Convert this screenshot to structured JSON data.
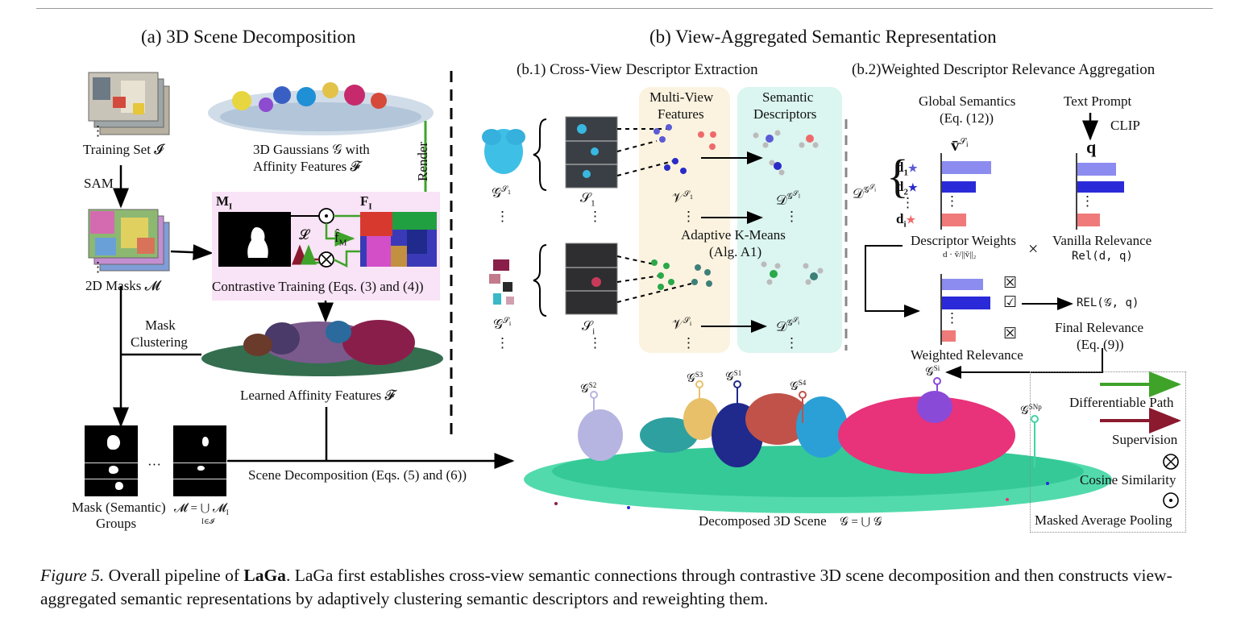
{
  "titles": {
    "part_a": "(a) 3D Scene Decomposition",
    "part_b": "(b) View-Aggregated Semantic Representation",
    "part_b1": "(b.1) Cross-View Descriptor Extraction",
    "part_b2": "(b.2)Weighted Descriptor Relevance Aggregation"
  },
  "part_a": {
    "training_set": "Training Set 𝓘",
    "sam": "SAM",
    "gaussians_line1": "3D Gaussians 𝒢 with",
    "gaussians_line2": "Affinity Features 𝓕",
    "render": "Render",
    "mask_label": "M",
    "mask_sub": "I",
    "feat_label": "F",
    "feat_sub": "I",
    "loss": "𝓛",
    "fm": "f̂",
    "fm_sub": "M",
    "contrastive": "Contrastive Training (Eqs. (3) and (4))",
    "masks_2d": "2D Masks 𝓜",
    "mask_clustering_1": "Mask",
    "mask_clustering_2": "Clustering",
    "learned": "Learned Affinity Features 𝓕",
    "scene_decomp": "Scene Decomposition (Eqs. (5) and (6))",
    "mask_groups_1": "Mask (Semantic)",
    "mask_groups_2": "Groups",
    "mask_union": "𝓜 = ⋃ 𝓜",
    "mask_union_sub": "I∈𝓘",
    "mask_union_idx": "I",
    "dots": "···",
    "vdots": "⋮"
  },
  "part_b1": {
    "multi_view_1": "Multi-View",
    "multi_view_2": "Features",
    "semantic_desc_1": "Semantic",
    "semantic_desc_2": "Descriptors",
    "g_s1": "𝒢",
    "s1": "𝒮",
    "v_s1": "𝒱",
    "d_s1": "𝒟",
    "kmeans_1": "Adaptive K-Means",
    "kmeans_2": "(Alg. A1)",
    "sub_1": "1",
    "sub_i": "i"
  },
  "part_b2": {
    "global_1": "Global Semantics",
    "global_2": "(Eq. (12))",
    "text_prompt": "Text Prompt",
    "clip": "CLIP",
    "vbar": "v̄",
    "q": "q",
    "d_set": "𝒟",
    "d1": "d",
    "d2": "d",
    "di": "d",
    "desc_weights": "Descriptor Weights",
    "desc_weights_eq": "d · v̄/||v̄||₂",
    "times": "×",
    "vanilla": "Vanilla Relevance",
    "vanilla_eq": "Rel(d, q)",
    "rel_final_eq": "REL(𝒢, q)",
    "final_rel_1": "Final Relevance",
    "final_rel_2": "(Eq. (9))",
    "weighted": "Weighted Relevance",
    "check_x": "☒",
    "check_ok": "☑"
  },
  "scene": {
    "label": "Decomposed 3D Scene",
    "union_eq": "𝒢 = ⋃ 𝒢",
    "pins": [
      "𝒢",
      "𝒢",
      "𝒢",
      "𝒢",
      "𝒢",
      "𝒢"
    ],
    "pin_subs": [
      "S2",
      "S3",
      "S1",
      "S4",
      "Si",
      "SNp"
    ]
  },
  "legend": {
    "diff_path": "Differentiable Path",
    "supervision": "Supervision",
    "cosine": "Cosine Similarity",
    "map": "Masked Average Pooling"
  },
  "colors": {
    "green_arrow": "#3fa32a",
    "red_arrow": "#8b1a2e",
    "multi_view_bg": "#fbf3df",
    "desc_bg": "#dbf5f0",
    "contrastive_bg": "#f9e3f6",
    "bar_light_blue": "#8c8cf0",
    "bar_dark_blue": "#2a2ad8",
    "bar_pink": "#f07a7a"
  },
  "caption": {
    "fig": "Figure 5.",
    "text_a": " Overall pipeline of ",
    "name": "LaGa",
    "text_b": ". LaGa first establishes cross-view semantic connections through contrastive 3D scene decomposition and then constructs view-aggregated semantic representations by adaptively clustering semantic descriptors and reweighting them."
  }
}
